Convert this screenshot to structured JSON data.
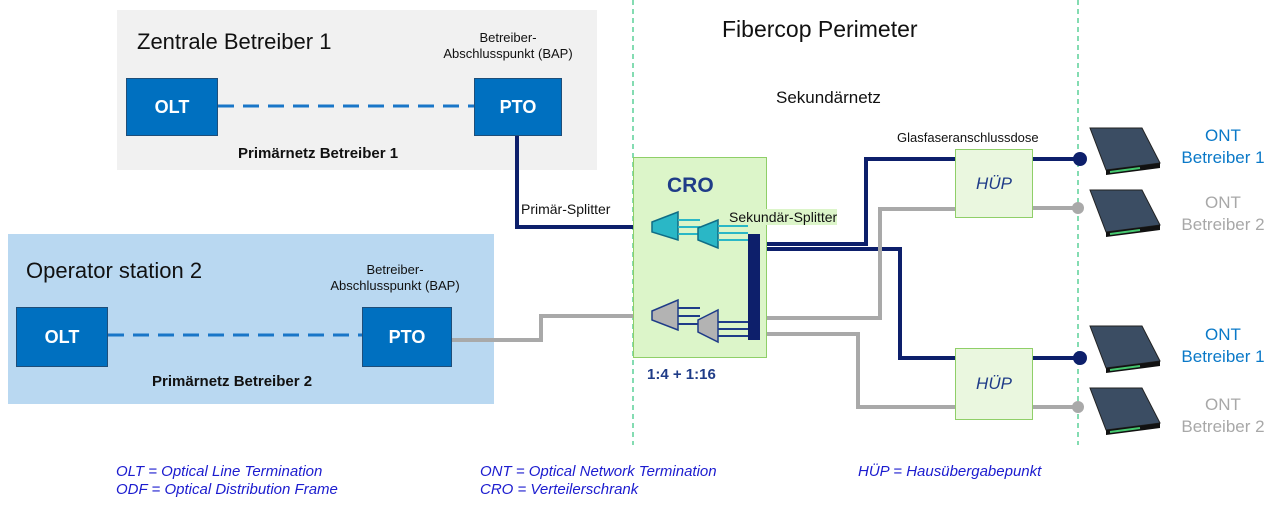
{
  "perimeter_title": "Fibercop Perimeter",
  "secondary_network_label": "Sekundärnetz",
  "operator1": {
    "title": "Zentrale Betreiber 1",
    "olt": "OLT",
    "pto": "PTO",
    "bap_line1": "Betreiber-",
    "bap_line2": "Abschlusspunkt (BAP)",
    "primary_net": "Primärnetz Betreiber 1"
  },
  "operator2": {
    "title": "Operator station 2",
    "olt": "OLT",
    "pto": "PTO",
    "bap_line1": "Betreiber-",
    "bap_line2": "Abschlusspunkt (BAP)",
    "primary_net": "Primärnetz Betreiber 2"
  },
  "cro": {
    "label": "CRO",
    "ratio": "1:4 + 1:16",
    "primary_splitter": "Primär-Splitter",
    "secondary_splitter": "Sekundär-Splitter"
  },
  "glasfaser_label": "Glasfaseranschlussdose",
  "hup_label": "HÜP",
  "onts": [
    {
      "line1": "ONT",
      "line2": "Betreiber 1",
      "color": "#0a79c8"
    },
    {
      "line1": "ONT",
      "line2": "Betreiber 2",
      "color": "#a8a8a8"
    },
    {
      "line1": "ONT",
      "line2": "Betreiber 1",
      "color": "#0a79c8"
    },
    {
      "line1": "ONT",
      "line2": "Betreiber 2",
      "color": "#a8a8a8"
    }
  ],
  "legend": {
    "olt": "OLT = Optical Line Termination",
    "odf": "ODF = Optical Distribution Frame",
    "ont": "ONT = Optical Network Termination",
    "cro": "CRO = Verteilerschrank",
    "hup": "HÜP = Hausübergabepunkt"
  },
  "colors": {
    "operator1_fiber": "#0d1f6b",
    "operator2_fiber": "#a9a9a9",
    "box_blue": "#0070c0",
    "perimeter_dash": "#33c57f"
  }
}
